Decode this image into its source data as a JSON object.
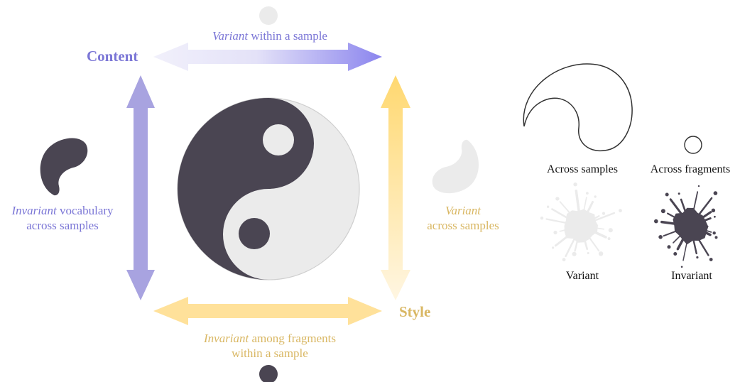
{
  "colors": {
    "content": "#7b76d6",
    "style": "#d9b763",
    "dark_shape": "#4a4552",
    "light_shape": "#ebebeb",
    "arrow_purple": "#a8a3e0",
    "arrow_gold": "#ffe19a"
  },
  "axes": {
    "content_title": "Content",
    "style_title": "Style"
  },
  "labels": {
    "top": {
      "italic": "Variant",
      "rest": " within a sample"
    },
    "left": {
      "italic": "Invariant",
      "rest": " vocabulary",
      "line2": "across samples"
    },
    "right": {
      "italic": "Variant",
      "line2": "across samples"
    },
    "bottom": {
      "italic": "Invariant",
      "rest": " among fragments",
      "line2": "within a sample"
    }
  },
  "legend": {
    "across_samples": "Across samples",
    "across_fragments": "Across fragments",
    "variant": "Variant",
    "invariant": "Invariant"
  },
  "icons": {
    "center": "yin-yang-icon",
    "left": "dark-comma-icon",
    "right": "light-comma-icon",
    "top": "light-dot-icon",
    "bottom": "dark-dot-icon",
    "legend_samples": "comma-outline-icon",
    "legend_fragments": "circle-outline-icon",
    "legend_variant": "light-splash-icon",
    "legend_invariant": "dark-splash-icon"
  }
}
